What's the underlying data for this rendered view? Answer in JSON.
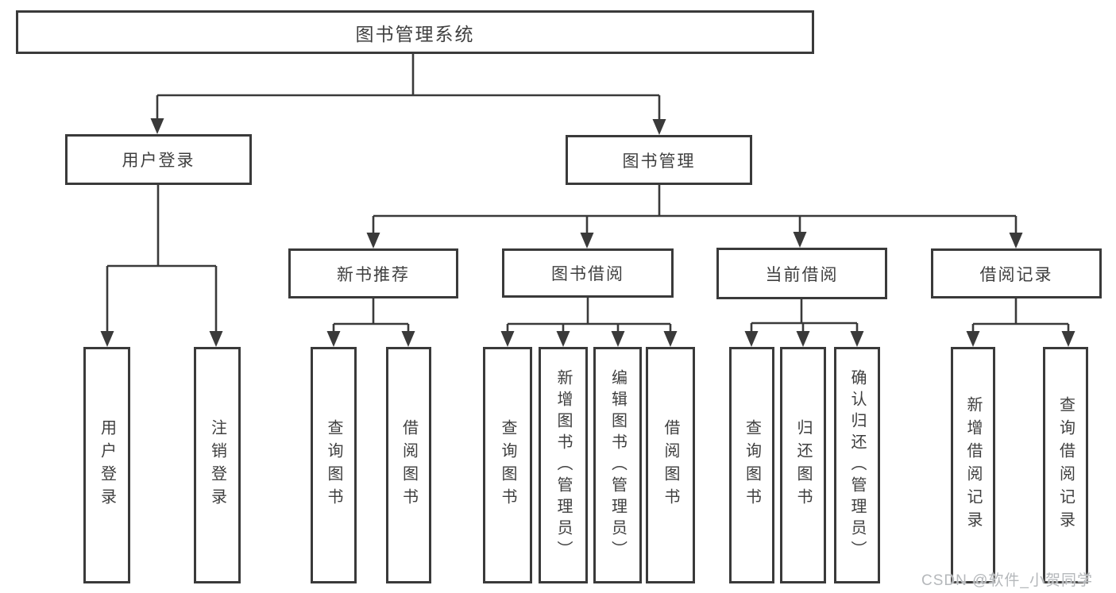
{
  "tree": {
    "root": {
      "label": "图书管理系统"
    },
    "user_login": {
      "label": "用户登录",
      "children": {
        "login": {
          "label": "用户登录"
        },
        "logout": {
          "label": "注销登录"
        }
      }
    },
    "book_management": {
      "label": "图书管理",
      "children": {
        "new_book_recommend": {
          "label": "新书推荐",
          "children": {
            "query_books": {
              "label": "查询图书"
            },
            "borrow_books": {
              "label": "借阅图书"
            }
          }
        },
        "book_borrowing": {
          "label": "图书借阅",
          "children": {
            "query_books": {
              "label": "查询图书"
            },
            "add_books": {
              "label": "新增图书（管理员）"
            },
            "edit_books": {
              "label": "编辑图书（管理员）"
            },
            "borrow_books": {
              "label": "借阅图书"
            }
          }
        },
        "current_borrowing": {
          "label": "当前借阅",
          "children": {
            "query_books": {
              "label": "查询图书"
            },
            "return_books": {
              "label": "归还图书"
            },
            "confirm_return": {
              "label": "确认归还（管理员）"
            }
          }
        },
        "borrowing_records": {
          "label": "借阅记录",
          "children": {
            "add_record": {
              "label": "新增借阅记录"
            },
            "query_record": {
              "label": "查询借阅记录"
            }
          }
        }
      }
    }
  },
  "watermark": {
    "text": "CSDN @软件_小贺同学"
  },
  "colors": {
    "line": "#3a3a3a",
    "text": "#3f3f3f",
    "background": "#ffffff",
    "watermark": "#b5b8bb"
  }
}
